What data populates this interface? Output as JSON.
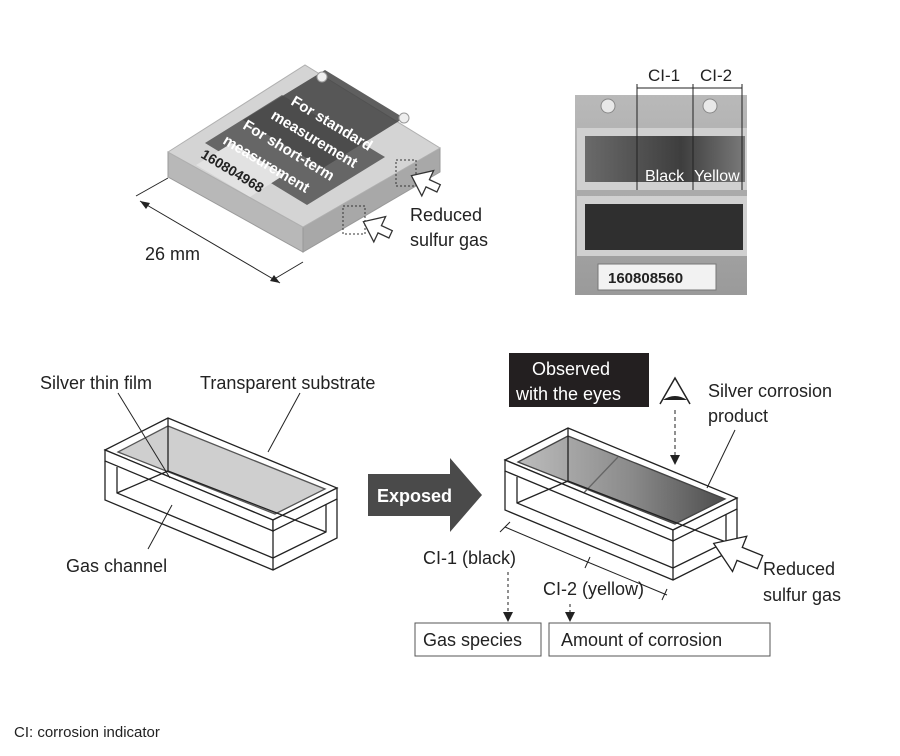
{
  "top_left": {
    "chip_label_1a": "For standard",
    "chip_label_1b": "measurement",
    "chip_label_2a": "For short-term",
    "chip_label_2b": "measurement",
    "serial": "160804968",
    "dimension": "26 mm",
    "gas_label_line1": "Reduced",
    "gas_label_line2": "sulfur gas"
  },
  "top_right": {
    "ci1": "CI-1",
    "ci2": "CI-2",
    "black": "Black",
    "yellow": "Yellow",
    "serial": "160808560"
  },
  "bottom_left": {
    "silver_film": "Silver thin film",
    "substrate": "Transparent substrate",
    "gas_channel": "Gas channel"
  },
  "middle": {
    "exposed": "Exposed"
  },
  "bottom_right": {
    "observed_line1": "Observed",
    "observed_line2": "with the eyes",
    "product_line1": "Silver corrosion",
    "product_line2": "product",
    "ci1_black": "CI-1 (black)",
    "ci2_yellow": "CI-2 (yellow)",
    "gas_line1": "Reduced",
    "gas_line2": "sulfur gas",
    "gas_species": "Gas species",
    "amount": "Amount of corrosion"
  },
  "footnote": "CI: corrosion indicator",
  "colors": {
    "dark_label_bg": "#231f20",
    "arrow_gray": "#4a4a4a",
    "film_gray": "#c9c9c9",
    "corrosion_dark": "#5a5a5a"
  }
}
